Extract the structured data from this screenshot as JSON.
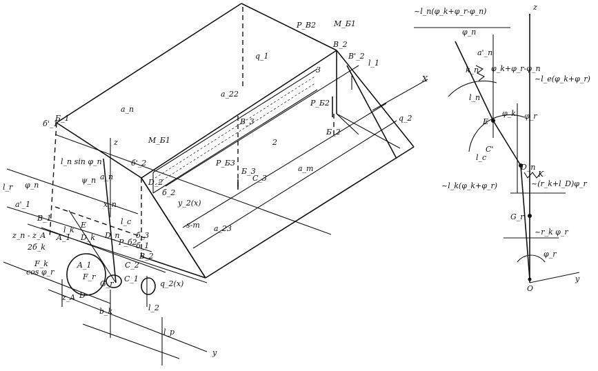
{
  "labels": {
    "p_b2": "P_B2",
    "m_b1_top": "M_Б1",
    "q1": "q_1",
    "b2_top": "B_2",
    "b2_prime": "B'_2",
    "three_top": "3",
    "l1": "l_1",
    "x_axis": "X",
    "a22": "a_22",
    "q2": "q_2",
    "p_b2_mid": "P_Б2",
    "b2_mid": "Б_2",
    "b3": "B_3",
    "two": "2",
    "a_dim_top": "a_n",
    "b1_prime": "б'_1",
    "b1": "Б_1",
    "z_axis_left": "z",
    "m_b1_mid": "M_Б1",
    "b2_left": "б'_2",
    "d2": "D_2",
    "p_b3": "P_Б3",
    "b3_low": "Б_3",
    "c3": "C_3",
    "a_dim_low": "a_m",
    "b2_under": "б_2",
    "y2": "y_2(x)",
    "a23": "a_23",
    "s_dim": "s-m",
    "l_r": "l_r",
    "phi_n": "φ_n",
    "a1_prime": "a'_1",
    "l_n_sin": "l_n sin φ_n",
    "a_n": "a_n",
    "psi_n": "ψ_n",
    "x_n": "x_n",
    "l_c": "l_c",
    "e_label": "E",
    "a1": "A_1",
    "d_k": "D_k",
    "l_k": "l_k",
    "d_n": "D_n",
    "p_b2_low": "P_б2",
    "b3_small": "б_3",
    "b1_small": "б_1",
    "zn_za": "z_n - z_A",
    "two_bk": "2б_k",
    "f_k": "F_k",
    "cos": "cos φ_r",
    "a_small": "A_1",
    "f_r": "F_r",
    "g_r": "G_r",
    "c2": "C_2",
    "c_small": "C_1",
    "q2_x": "q_2(x)",
    "z_a": "z_A",
    "d_small": "D",
    "l2": "l_2",
    "b_k": "b_k",
    "l_p": "l_p",
    "y_axis_left": "y",
    "r_top1": "~l_n(φ_k+φ_r-φ_n)",
    "z_axis_r": "z",
    "phi_n_r": "φ_n",
    "a_n_r": "a'_n",
    "k_n": "k_n",
    "phi_sum": "φ_k+φ_r-φ_n",
    "l_e_expr": "~l_e(φ_k+φ_r)",
    "l_n_r": "l_n",
    "e_r": "E",
    "phi_k_r": "φ_k",
    "phi_r_r": "φ_r",
    "l_c_r": "l_c",
    "c_prime": "C'",
    "d_n_r": "D_n",
    "k_r": "K",
    "l_k_expr": "~l_k(φ_k+φ_r)",
    "r_expr": "~(r_k+l_D)φ_r",
    "g_r_r": "G_r",
    "r_k_expr": "~r_k φ_r",
    "phi_t": "φ_r",
    "o_label": "O",
    "y_axis_r": "y",
    "big_b1": "B_1",
    "big_b": "B_2"
  }
}
